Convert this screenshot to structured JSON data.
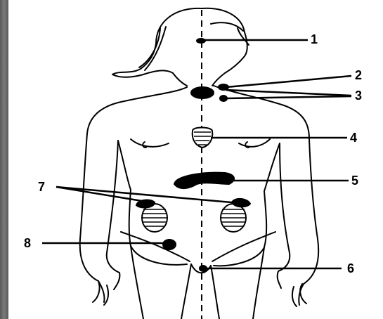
{
  "figure": {
    "labels": [
      "1",
      "2",
      "3",
      "4",
      "5",
      "6",
      "7",
      "8"
    ],
    "stroke_color": "#000000",
    "paper_color": "#ffffff",
    "frame_color": "#6e6e6e"
  }
}
